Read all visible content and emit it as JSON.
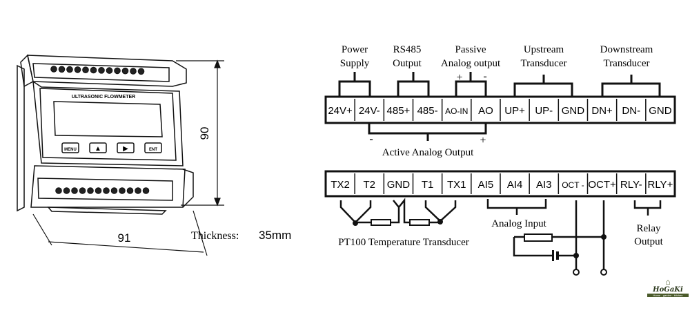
{
  "device": {
    "brand_label": "ULTRASONIC FLOWMETER",
    "buttons": [
      "MENU",
      "▲",
      "▶",
      "ENT"
    ],
    "height_dim": "90",
    "width_dim": "91",
    "thickness_label": "Thickness:",
    "thickness_value": "35mm"
  },
  "terminals_top": [
    "24V+",
    "24V-",
    "485+",
    "485-",
    "AO-IN",
    "AO",
    "UP+",
    "UP-",
    "GND",
    "DN+",
    "DN-",
    "GND"
  ],
  "terminals_bottom": [
    "TX2",
    "T2",
    "GND",
    "T1",
    "TX1",
    "AI5",
    "AI4",
    "AI3",
    "OCT -",
    "OCT+",
    "RLY-",
    "RLY+"
  ],
  "groups_top": {
    "power": [
      "Power",
      "Supply"
    ],
    "rs485": [
      "RS485",
      "Output"
    ],
    "passive": [
      "Passive",
      "Analog output"
    ],
    "upstream": [
      "Upstream",
      "Transducer"
    ],
    "downstream": [
      "Downstream",
      "Transducer"
    ]
  },
  "signs": {
    "plus": "+",
    "minus": "-"
  },
  "active_analog": "Active Analog Output",
  "pt100": "PT100 Temperature Transducer",
  "analog_input": "Analog Input",
  "relay": [
    "Relay",
    "Output"
  ],
  "logo": {
    "name": "HoGaKi",
    "tagline": "Home - garden - kitchen"
  }
}
